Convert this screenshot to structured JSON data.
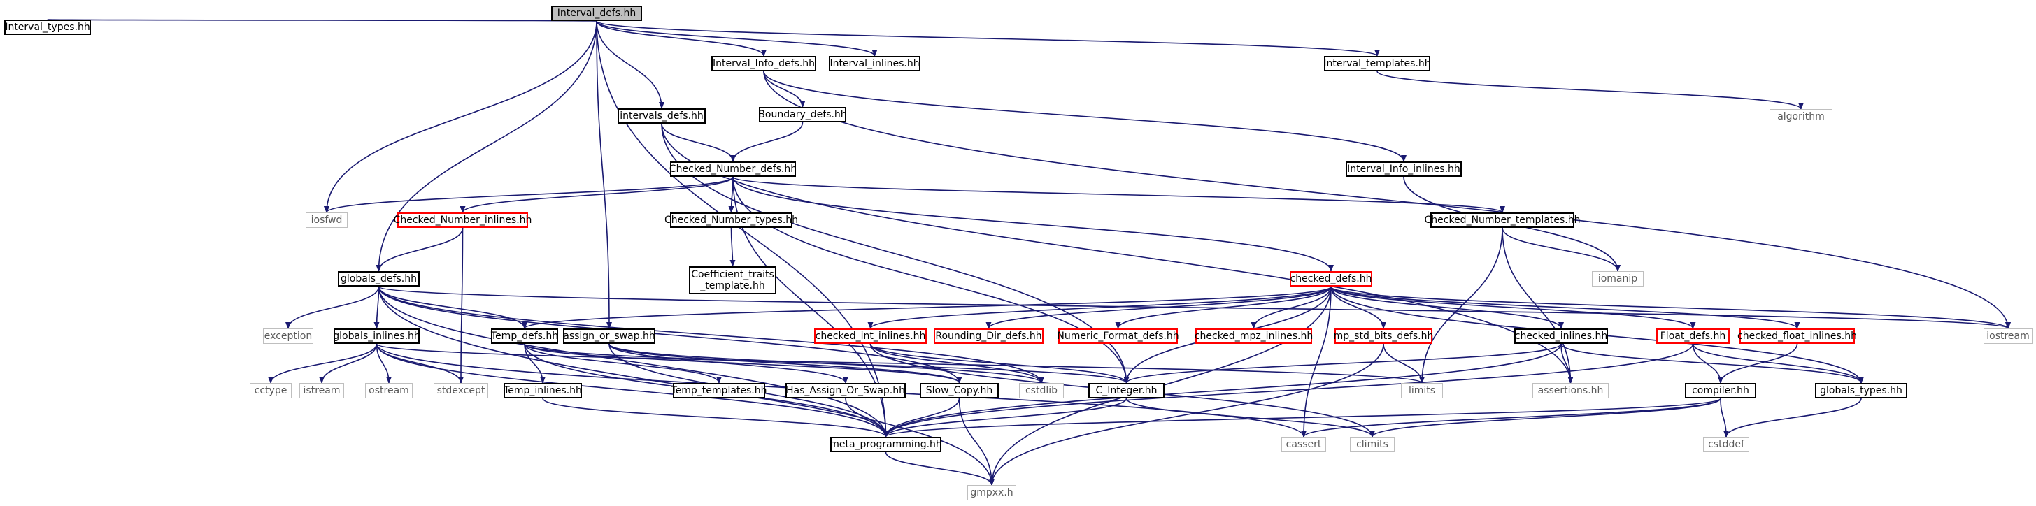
{
  "colors": {
    "edge": "#191970",
    "normal_border": "#000000",
    "external_border": "#bfbfbf",
    "incomplete_border": "#ff0000",
    "root_fill": "#bfbfbf"
  },
  "nodes": {
    "interval_defs": "Interval_defs.hh",
    "interval_types": "Interval_types.hh",
    "interval_info_defs": "Interval_Info_defs.hh",
    "interval_inlines": "Interval_inlines.hh",
    "interval_templates": "Interval_templates.hh",
    "algorithm": "algorithm",
    "boundary_defs": "Boundary_defs.hh",
    "intervals_defs": "intervals_defs.hh",
    "checked_number_defs": "Checked_Number_defs.hh",
    "interval_info_inlines": "Interval_Info_inlines.hh",
    "iosfwd": "iosfwd",
    "checked_number_inlines": "Checked_Number_inlines.hh",
    "checked_number_types": "Checked_Number_types.hh",
    "checked_number_templates": "Checked_Number_templates.hh",
    "coefficient_traits_template": "Coefficient_traits\n_template.hh",
    "iomanip": "iomanip",
    "globals_defs": "globals_defs.hh",
    "checked_defs": "checked_defs.hh",
    "exception": "exception",
    "globals_inlines": "globals_inlines.hh",
    "temp_defs": "Temp_defs.hh",
    "assign_or_swap": "assign_or_swap.hh",
    "checked_int_inlines": "checked_int_inlines.hh",
    "rounding_dir_defs": "Rounding_Dir_defs.hh",
    "numeric_format_defs": "Numeric_Format_defs.hh",
    "checked_mpz_inlines": "checked_mpz_inlines.hh",
    "mp_std_bits_defs": "mp_std_bits_defs.hh",
    "checked_inlines": "checked_inlines.hh",
    "float_defs": "Float_defs.hh",
    "checked_float_inlines": "checked_float_inlines.hh",
    "iostream": "iostream",
    "cctype": "cctype",
    "istream": "istream",
    "ostream": "ostream",
    "stdexcept": "stdexcept",
    "temp_inlines": "Temp_inlines.hh",
    "temp_templates": "Temp_templates.hh",
    "has_assign_or_swap": "Has_Assign_Or_Swap.hh",
    "slow_copy": "Slow_Copy.hh",
    "cstdlib": "cstdlib",
    "c_integer": "C_Integer.hh",
    "limits": "limits",
    "assertions": "assertions.hh",
    "compiler": "compiler.hh",
    "globals_types": "globals_types.hh",
    "meta_programming": "meta_programming.hh",
    "cassert": "cassert",
    "climits": "climits",
    "cstddef": "cstddef",
    "gmpxx": "gmpxx.h"
  }
}
